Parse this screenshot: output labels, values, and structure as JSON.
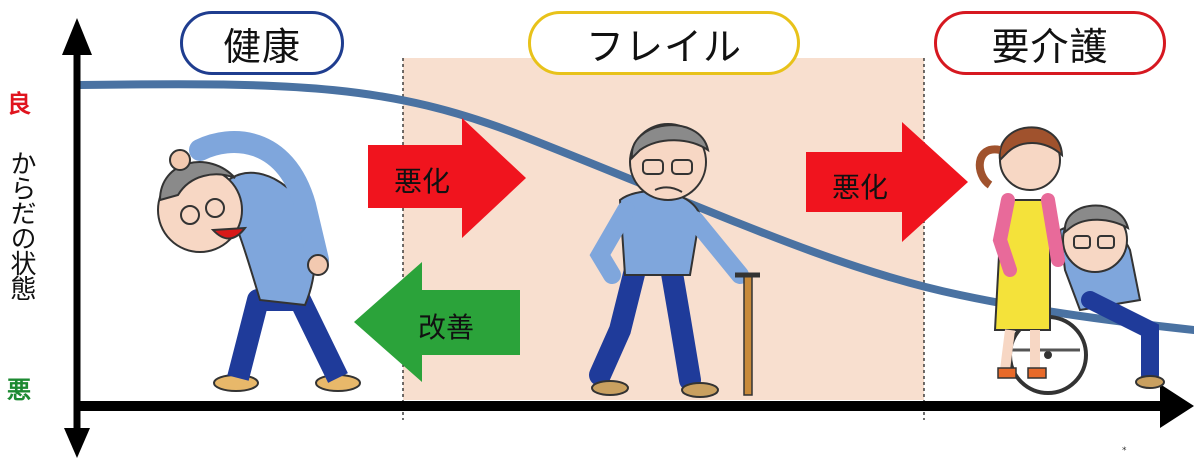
{
  "stages": [
    {
      "label": "健康",
      "border": "#1f3d8f"
    },
    {
      "label": "フレイル",
      "border": "#e8c21a"
    },
    {
      "label": "要介護",
      "border": "#d61820"
    }
  ],
  "y_axis": {
    "top_label": "良",
    "label": "からだの状態",
    "bottom_label": "悪",
    "top_color": "#e0141e",
    "bottom_color": "#1d8a32"
  },
  "arrows": {
    "worsen_1": "悪化",
    "improve": "改善",
    "worsen_2": "悪化"
  },
  "colors": {
    "worsen": "#f0141e",
    "improve": "#2ba33a",
    "curve": "#4a72a2",
    "frail_zone": "#f8dfcf"
  },
  "credit": "*"
}
